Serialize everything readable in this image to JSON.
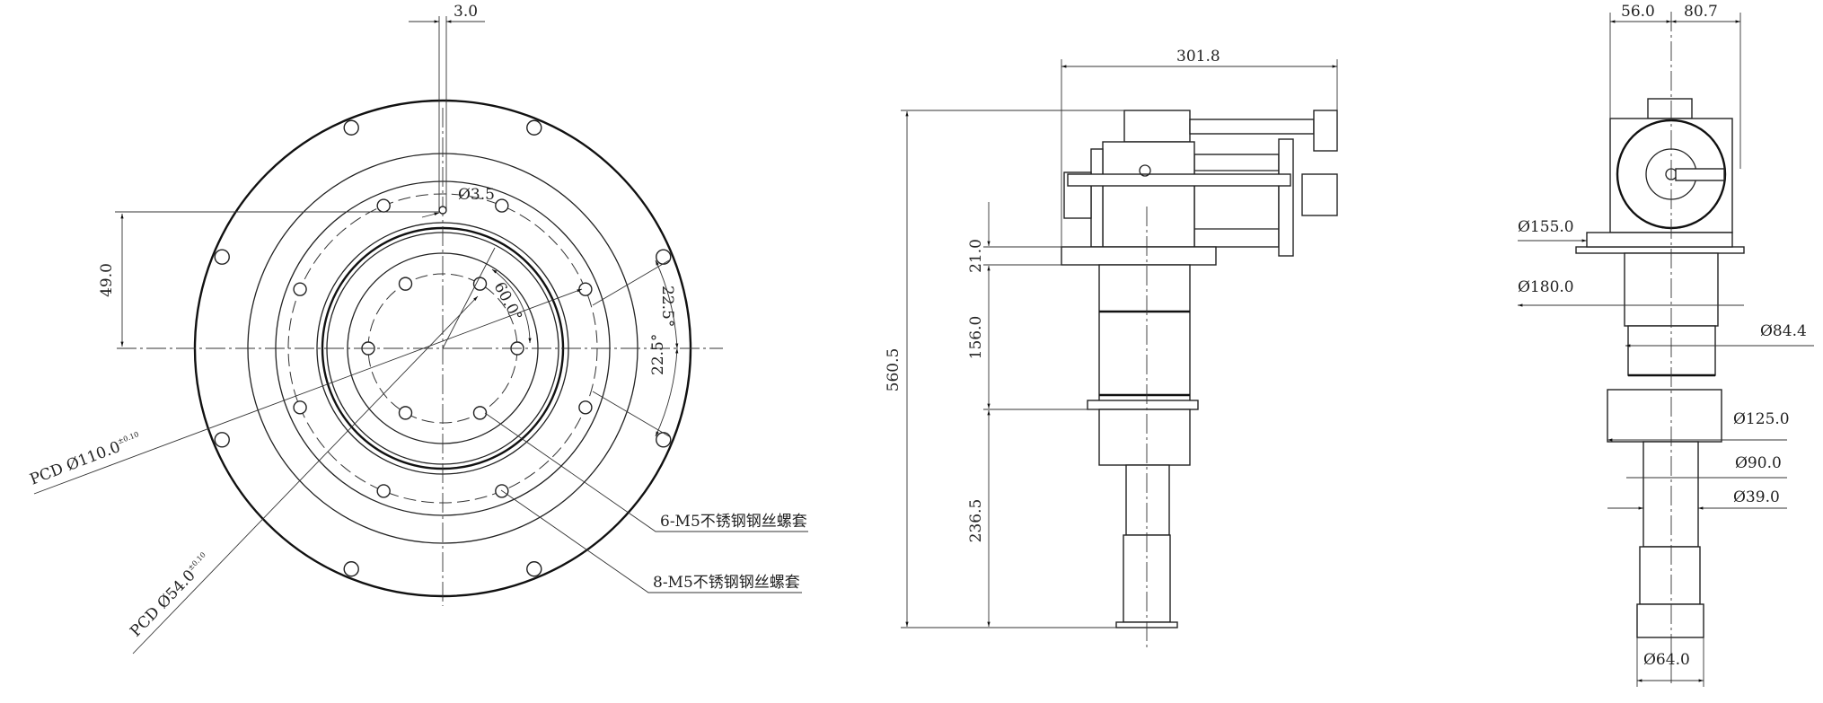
{
  "front_view": {
    "dim_slot_width": "3.0",
    "dim_small_hole": "Ø3.5",
    "dim_offset": "49.0",
    "dim_angle_60": "60.0°",
    "dim_angle_upper": "22.5°",
    "dim_angle_lower": "22.5°",
    "pcd_outer": "PCD Ø110.0",
    "pcd_outer_tol": "±0.10",
    "pcd_inner": "PCD Ø54.0",
    "pcd_inner_tol": "±0.10",
    "note_6m5": "6-M5不锈钢钢丝螺套",
    "note_8m5": "8-M5不锈钢钢丝螺套"
  },
  "side_view": {
    "dim_width": "301.8",
    "dim_total_height": "560.5",
    "dim_flange": "21.0",
    "dim_upper": "156.0",
    "dim_lower": "236.5"
  },
  "end_view": {
    "dim_left": "56.0",
    "dim_right": "80.7",
    "dia_155": "Ø155.0",
    "dia_180": "Ø180.0",
    "dia_84": "Ø84.4",
    "dia_125": "Ø125.0",
    "dia_90": "Ø90.0",
    "dia_39": "Ø39.0",
    "dia_64": "Ø64.0"
  }
}
